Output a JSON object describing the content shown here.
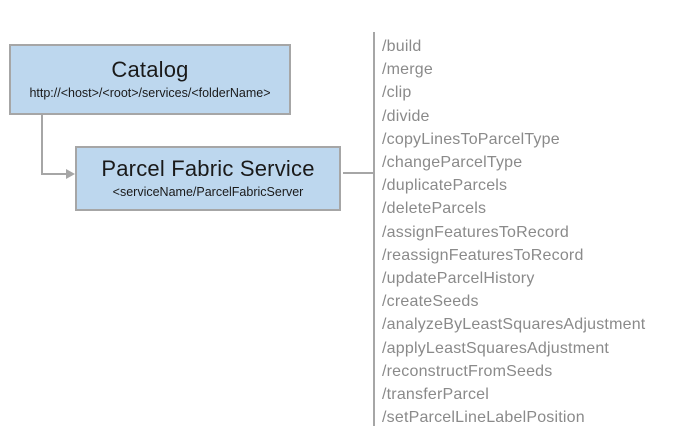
{
  "catalog_box": {
    "title": "Catalog",
    "subtitle": "http://<host>/<root>/services/<folderName>"
  },
  "service_box": {
    "title": "Parcel Fabric Service",
    "subtitle": "<serviceName/ParcelFabricServer"
  },
  "endpoints": [
    "/build",
    "/merge",
    "/clip",
    "/divide",
    "/copyLinesToParcelType",
    "/changeParcelType",
    "/duplicateParcels",
    "/deleteParcels",
    "/assignFeaturesToRecord",
    "/reassignFeaturesToRecord",
    "/updateParcelHistory",
    "/createSeeds",
    "/analyzeByLeastSquaresAdjustment",
    "/applyLeastSquaresAdjustment",
    "/reconstructFromSeeds",
    "/transferParcel",
    "/setParcelLineLabelPosition"
  ],
  "colors": {
    "box_fill": "#bdd7ee",
    "box_border": "#a6a6a6",
    "connector": "#a6a6a6",
    "endpoint_text": "#8a8a8a",
    "title_text": "#1a1a1a",
    "canvas_bg": "#ffffff"
  }
}
